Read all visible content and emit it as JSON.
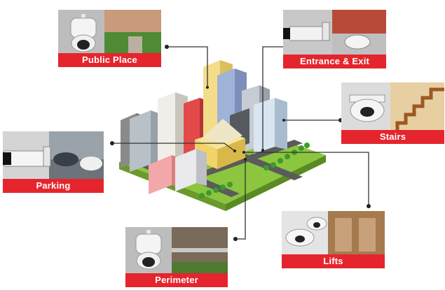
{
  "labels": {
    "public_place": "Public Place",
    "entrance_exit": "Entrance & Exit",
    "stairs": "Stairs",
    "parking": "Parking",
    "lifts": "Lifts",
    "perimeter": "Perimeter"
  }
}
